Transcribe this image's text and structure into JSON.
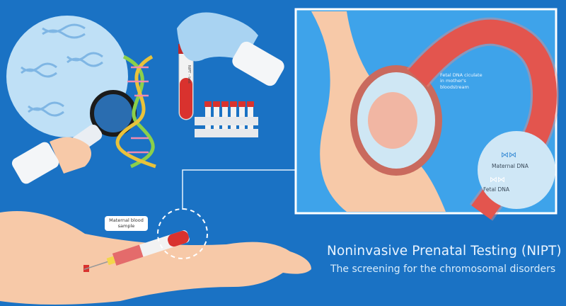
{
  "title": "Noninvasive Prenatal Testing (NIPT)",
  "subtitle": "The screening for the chromosomal disorders",
  "labels": {
    "maternal_blood_sample": "Maternal blood sample",
    "fetal_dna_circulate": "Fetal DNA ciculate in mother's bloodstream",
    "maternal_dna": "Maternal DNA",
    "fetal_dna": "Fetal DNA",
    "tube_label": "NIPT - test"
  },
  "colors": {
    "background": "#1a72c4",
    "panel": "#3ea3ea",
    "blood": "#d9322e",
    "skin": "#f7c9a8",
    "glove": "#a9d3f2"
  }
}
